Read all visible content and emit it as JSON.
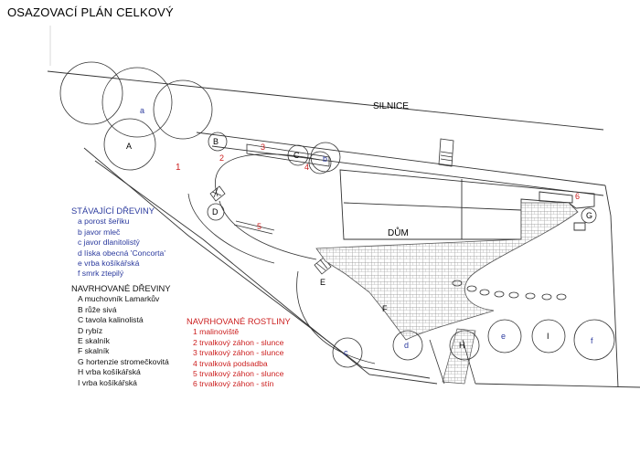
{
  "title": "OSAZOVACÍ PLÁN CELKOVÝ",
  "labels": {
    "road": "SILNICE",
    "house": "DŮM",
    "area_1": "1",
    "proposed_trees": [
      "A",
      "B",
      "C",
      "D",
      "E",
      "F",
      "G",
      "H",
      "I"
    ],
    "existing_trees": [
      "a",
      "b",
      "c",
      "d",
      "e",
      "f"
    ],
    "beds": [
      "2",
      "3",
      "4",
      "5",
      "6"
    ]
  },
  "legend": {
    "existing": {
      "heading": "STÁVAJÍCÍ DŘEVINY",
      "items": [
        "a porost šeřiku",
        "b javor mleč",
        "c javor dlanitolistý",
        "d líska obecná 'Concorta'",
        "e vrba košíkářská",
        "f smrk ztepilý"
      ]
    },
    "proposed_trees": {
      "heading": "NAVRHOVANÉ DŘEVINY",
      "items": [
        "A muchovník Lamarkův",
        "B růže sivá",
        "C tavola kalinolistá",
        "D rybíz",
        "E skalník",
        "F skalník",
        "G hortenzie stromečkovitá",
        "H vrba košíkářská",
        "I vrba košíkářská"
      ]
    },
    "proposed_plants": {
      "heading": "NAVRHOVANÉ ROSTLINY",
      "items": [
        "1 malinoviště",
        "2 trvalkový záhon - slunce",
        "3 trvalkový záhon - slunce",
        "4 trvalková podsadba",
        "5 trvalkový záhon - slunce",
        "6 trvalkový záhon - stín"
      ]
    }
  },
  "colors": {
    "existing": "#2b3a9e",
    "proposed_plants": "#cc1f1f",
    "lines": "#333333",
    "paving": "#9a9a9a"
  }
}
